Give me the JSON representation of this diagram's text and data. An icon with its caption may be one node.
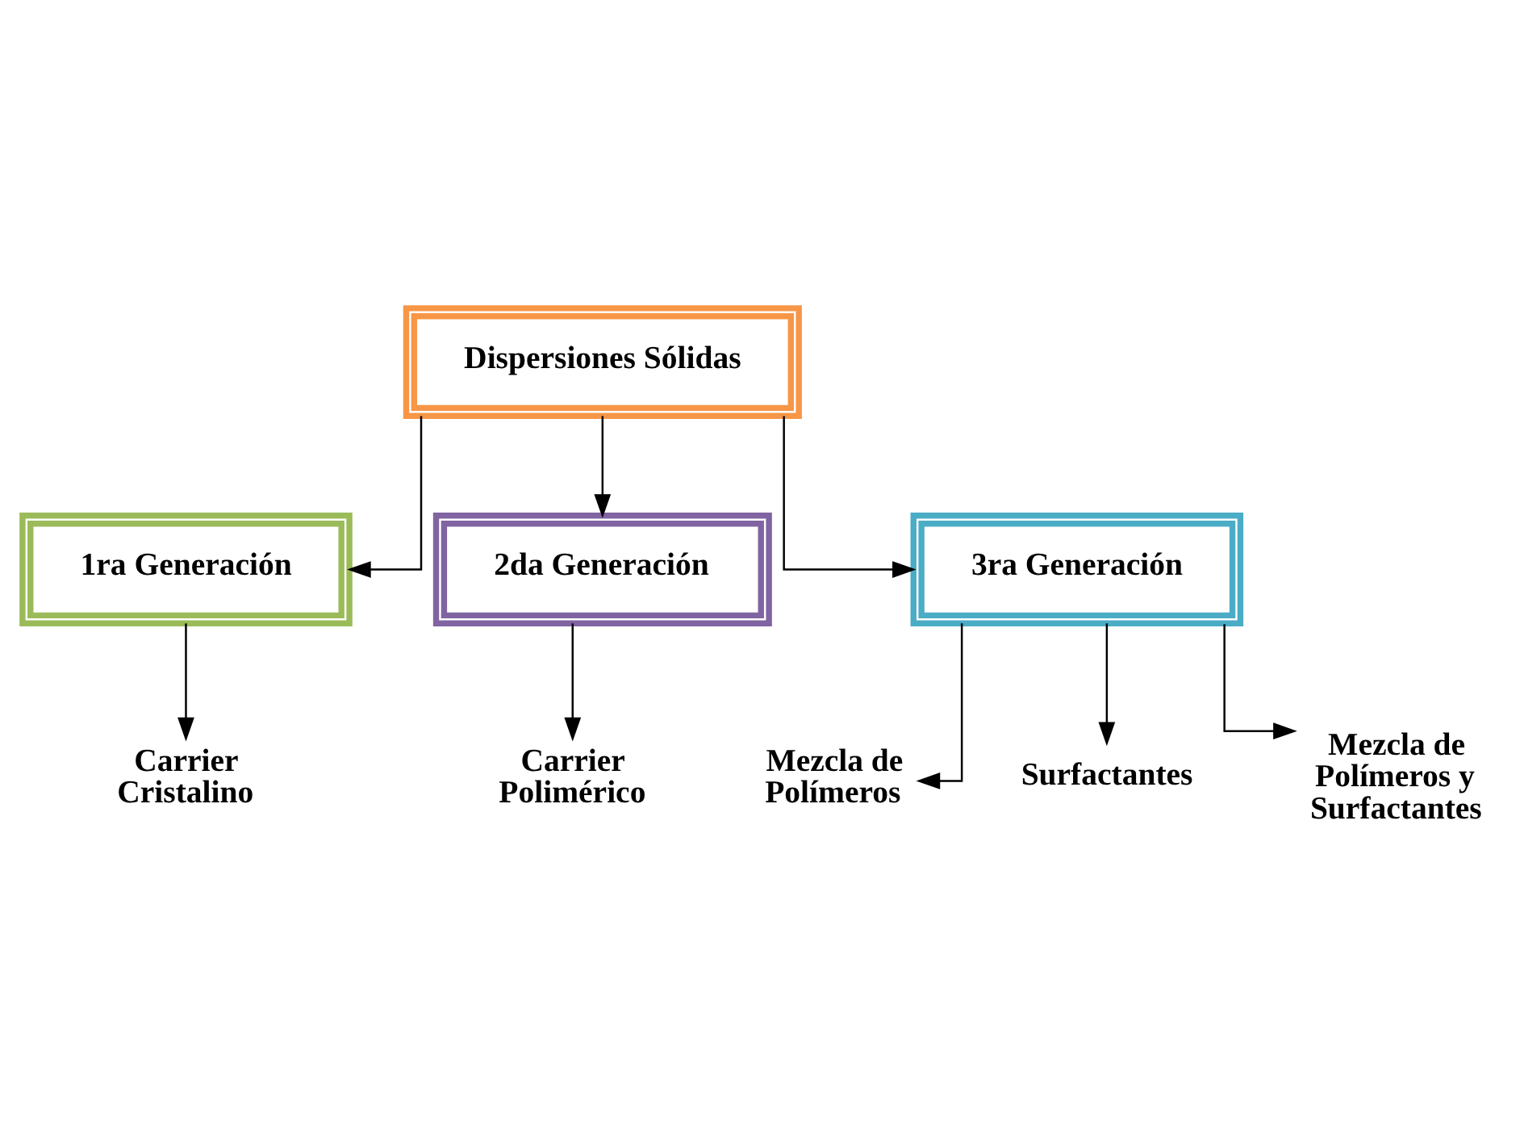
{
  "diagram": {
    "nodes": [
      {
        "text": [
          "Dispersiones Sólidas"
        ]
      },
      {
        "text": [
          "1ra Generación"
        ]
      },
      {
        "text": [
          "2da Generación"
        ]
      },
      {
        "text": [
          "3ra Generación"
        ]
      },
      {
        "text": [
          "Carrier Cristalino"
        ]
      },
      {
        "text": [
          "Carrier Polimérico"
        ]
      },
      {
        "text": [
          "Mezcla de Polímeros"
        ]
      },
      {
        "text": [
          "Surfactantes"
        ]
      },
      {
        "text": [
          "Mezcla de Polímeros y Surfactantes"
        ]
      }
    ],
    "edges": [
      {
        "from": 0,
        "to": 1,
        "arrow": "to"
      },
      {
        "from": 0,
        "to": 2,
        "arrow": "to"
      },
      {
        "from": 0,
        "to": 3,
        "arrow": "to"
      },
      {
        "from": 1,
        "to": 4,
        "arrow": "to"
      },
      {
        "from": 2,
        "to": 5,
        "arrow": "to"
      },
      {
        "from": 3,
        "to": 6,
        "arrow": "to"
      },
      {
        "from": 3,
        "to": 7,
        "arrow": "to"
      },
      {
        "from": 3,
        "to": 8,
        "arrow": "to"
      }
    ]
  }
}
